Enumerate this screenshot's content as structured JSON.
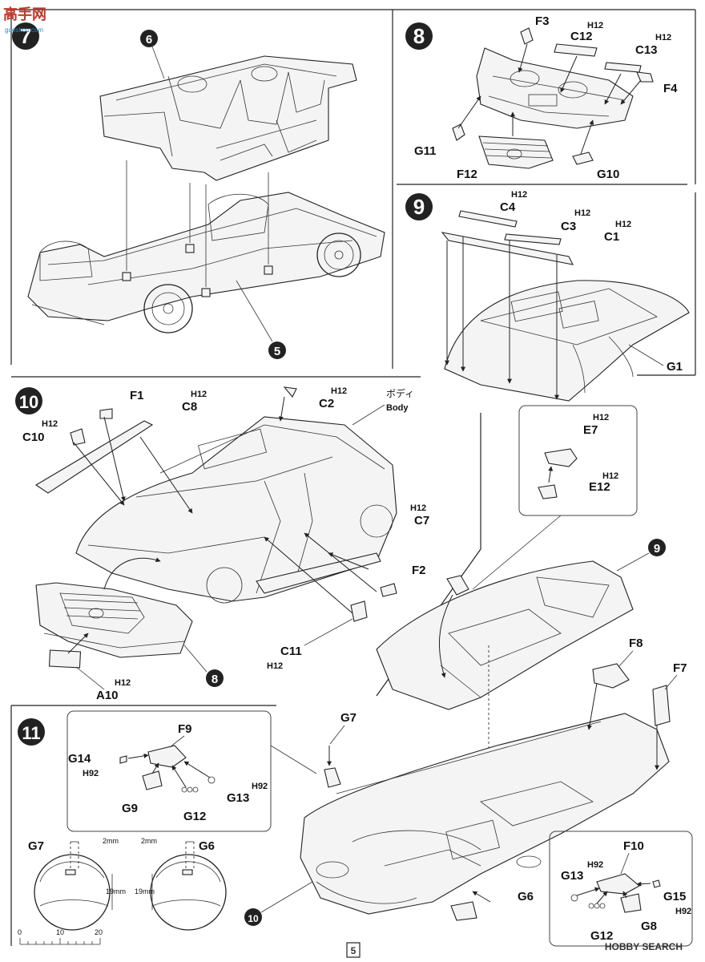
{
  "watermark": {
    "top_left": "高手网",
    "top_left_sub": "gaoshou.com",
    "bottom_right": "HOBBY SEARCH"
  },
  "page_number": "5",
  "steps": {
    "s7": {
      "number": "7",
      "callouts": [
        "6",
        "5"
      ]
    },
    "s8": {
      "number": "8",
      "labels": [
        "F3",
        "C12",
        "C13",
        "F4",
        "G11",
        "F12",
        "G10"
      ],
      "h12": "H12"
    },
    "s9": {
      "number": "9",
      "labels": [
        "C4",
        "C3",
        "C1",
        "G1"
      ],
      "h12": "H12"
    },
    "s10": {
      "number": "10",
      "labels": [
        "F1",
        "C8",
        "C2",
        "C10",
        "C7",
        "F2",
        "C11",
        "A10",
        "E7",
        "E12"
      ],
      "body_jp": "ボディ",
      "body_en": "Body",
      "callout_9": "9",
      "callout_8": "8",
      "h12": "H12"
    },
    "s11": {
      "number": "11",
      "inset_labels": [
        "F9",
        "G14",
        "G9",
        "G12",
        "G13"
      ],
      "main_labels": [
        "G7",
        "F8",
        "F7",
        "G6",
        "F10",
        "G13",
        "G15",
        "G8",
        "G12"
      ],
      "h92": "H92",
      "detail": {
        "g7": "G7",
        "g6": "G6",
        "width": "2mm",
        "height": "19mm"
      },
      "callout_10": "10"
    }
  },
  "scale": {
    "ticks": [
      "0",
      "10",
      "20"
    ]
  }
}
